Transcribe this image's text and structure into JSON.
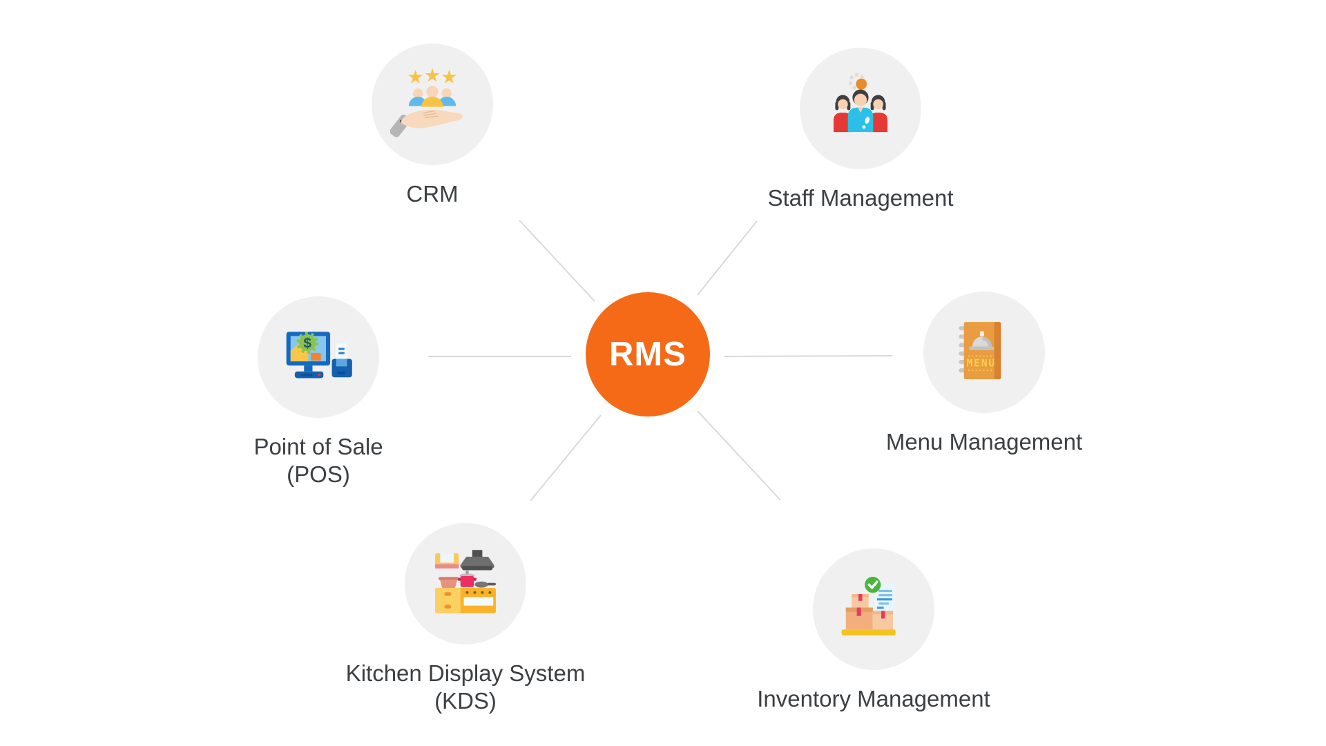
{
  "hub": {
    "label": "RMS"
  },
  "nodes": [
    {
      "id": "crm",
      "icon": "crm-hand-customers-icon",
      "label_line1": "CRM"
    },
    {
      "id": "staff-management",
      "icon": "staff-team-gear-icon",
      "label_line1": "Staff Management"
    },
    {
      "id": "point-of-sale",
      "icon": "pos-terminal-icon",
      "label_line1": "Point of Sale",
      "label_line2": "(POS)"
    },
    {
      "id": "menu-management",
      "icon": "menu-book-icon",
      "label_line1": "Menu Management"
    },
    {
      "id": "kitchen-display-system",
      "icon": "kitchen-stove-icon",
      "label_line1": "Kitchen Display System",
      "label_line2": "(KDS)"
    },
    {
      "id": "inventory-management",
      "icon": "inventory-boxes-checklist-icon",
      "label_line1": "Inventory Management"
    }
  ],
  "colors": {
    "hub_background": "#F56A16",
    "hub_text": "#FFFFFF",
    "node_circle_background": "#F0F0F0",
    "connector_line": "#D9D9D9",
    "label_text": "#3C4043"
  }
}
